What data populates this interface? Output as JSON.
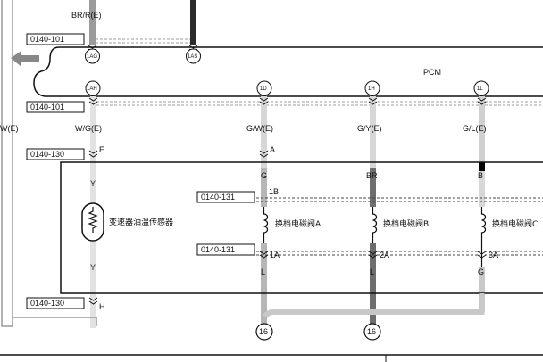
{
  "module_label": "PCM",
  "top_wire_label": "BR/R(E)",
  "left_edge_label": "W(E)",
  "connectors": {
    "c1": "0140-101",
    "c2": "0140-101",
    "c3": "0140-130",
    "c4": "0140-131",
    "c5": "0140-131",
    "c6": "0140-130"
  },
  "pins": {
    "p1AG": "1AG",
    "p1AS": "1AS",
    "p1AH": "1AH",
    "p1D": "1D",
    "p1H": "1H",
    "p1L": "1L"
  },
  "wires": {
    "w1_label": "W/G(E)",
    "w1_pin_top": "E",
    "w1_color_upper": "Y",
    "w1_color_lower": "Y",
    "w1_pin_bottom": "H",
    "w2_label": "G/W(E)",
    "w2_pin_top": "A",
    "w2_color_upper": "G",
    "w2_pin_mid": "1B",
    "w2_pin_low": "1A",
    "w2_color_lower": "L",
    "w3_label": "G/Y(E)",
    "w3_color_upper": "BR",
    "w3_pin_low": "2A",
    "w3_color_lower": "L",
    "w4_label": "G/L(E)",
    "w4_color_upper": "B",
    "w4_pin_low": "3A",
    "w4_color_lower": "G"
  },
  "components": {
    "sensor": "变速器油温传感器",
    "solenoid_a": "换档电磁阀A",
    "solenoid_b": "换档电磁阀B",
    "solenoid_c": "换档电磁阀C"
  },
  "grounds": {
    "g1": "16",
    "g2": "16"
  },
  "colors": {
    "line": "#111111",
    "wire_light": "#d2d2d2",
    "wire_mid": "#a9a9a9",
    "wire_dark": "#6e6e6e",
    "wire_black": "#000000",
    "arrow": "#888888"
  }
}
